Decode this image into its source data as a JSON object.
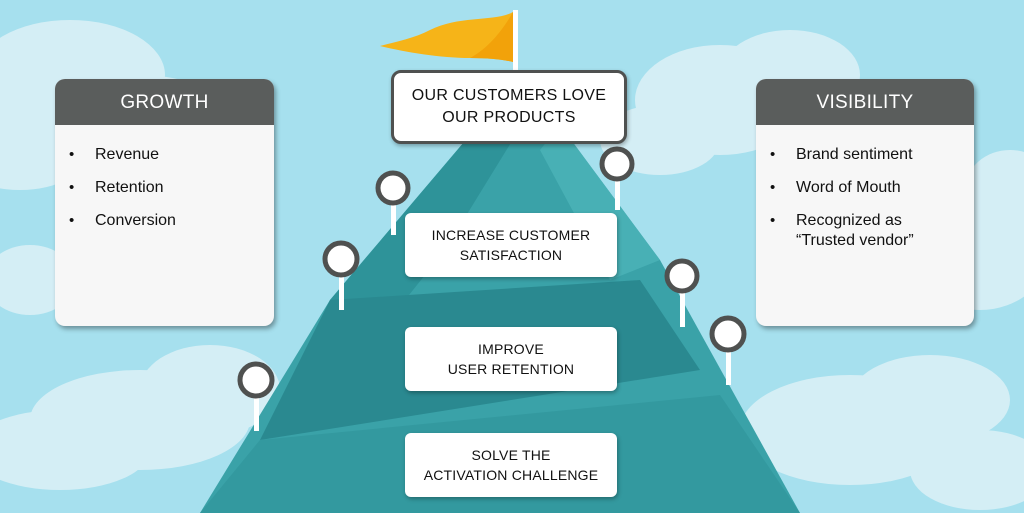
{
  "peak_goal": "OUR CUSTOMERS LOVE\nOUR PRODUCTS",
  "left_panel": {
    "title": "GROWTH",
    "items": [
      "Revenue",
      "Retention",
      "Conversion"
    ]
  },
  "right_panel": {
    "title": "VISIBILITY",
    "items": [
      "Brand sentiment",
      "Word of Mouth",
      "Recognized as\n“Trusted vendor”"
    ]
  },
  "steps": [
    "INCREASE CUSTOMER\nSATISFACTION",
    "IMPROVE\nUSER RETENTION",
    "SOLVE THE\nACTIVATION CHALLENGE"
  ],
  "colors": {
    "sky": "#a6e0ee",
    "mountain": "#3aa2a8",
    "mountain_dark": "#2a8990",
    "flag": "#f6b418",
    "header": "#5a5d5c"
  }
}
